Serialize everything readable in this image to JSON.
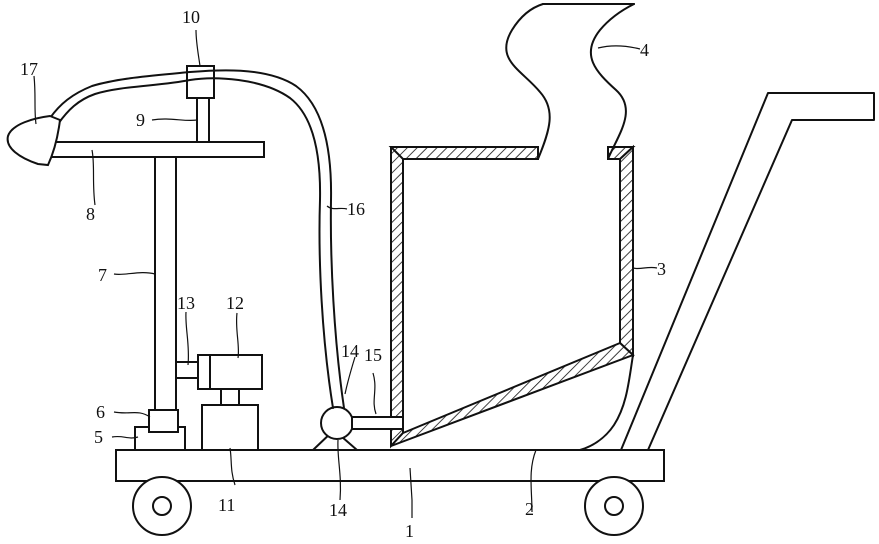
{
  "diagram": {
    "colors": {
      "line": "#111111",
      "background": "#ffffff",
      "hatch": "#111111"
    },
    "labels": {
      "n1": "1",
      "n2": "2",
      "n3": "3",
      "n4": "4",
      "n5": "5",
      "n6": "6",
      "n7": "7",
      "n8": "8",
      "n9": "9",
      "n10": "10",
      "n11": "11",
      "n12": "12",
      "n13": "13",
      "n14a": "14",
      "n14b": "14",
      "n15": "15",
      "n16": "16",
      "n17": "17"
    }
  }
}
